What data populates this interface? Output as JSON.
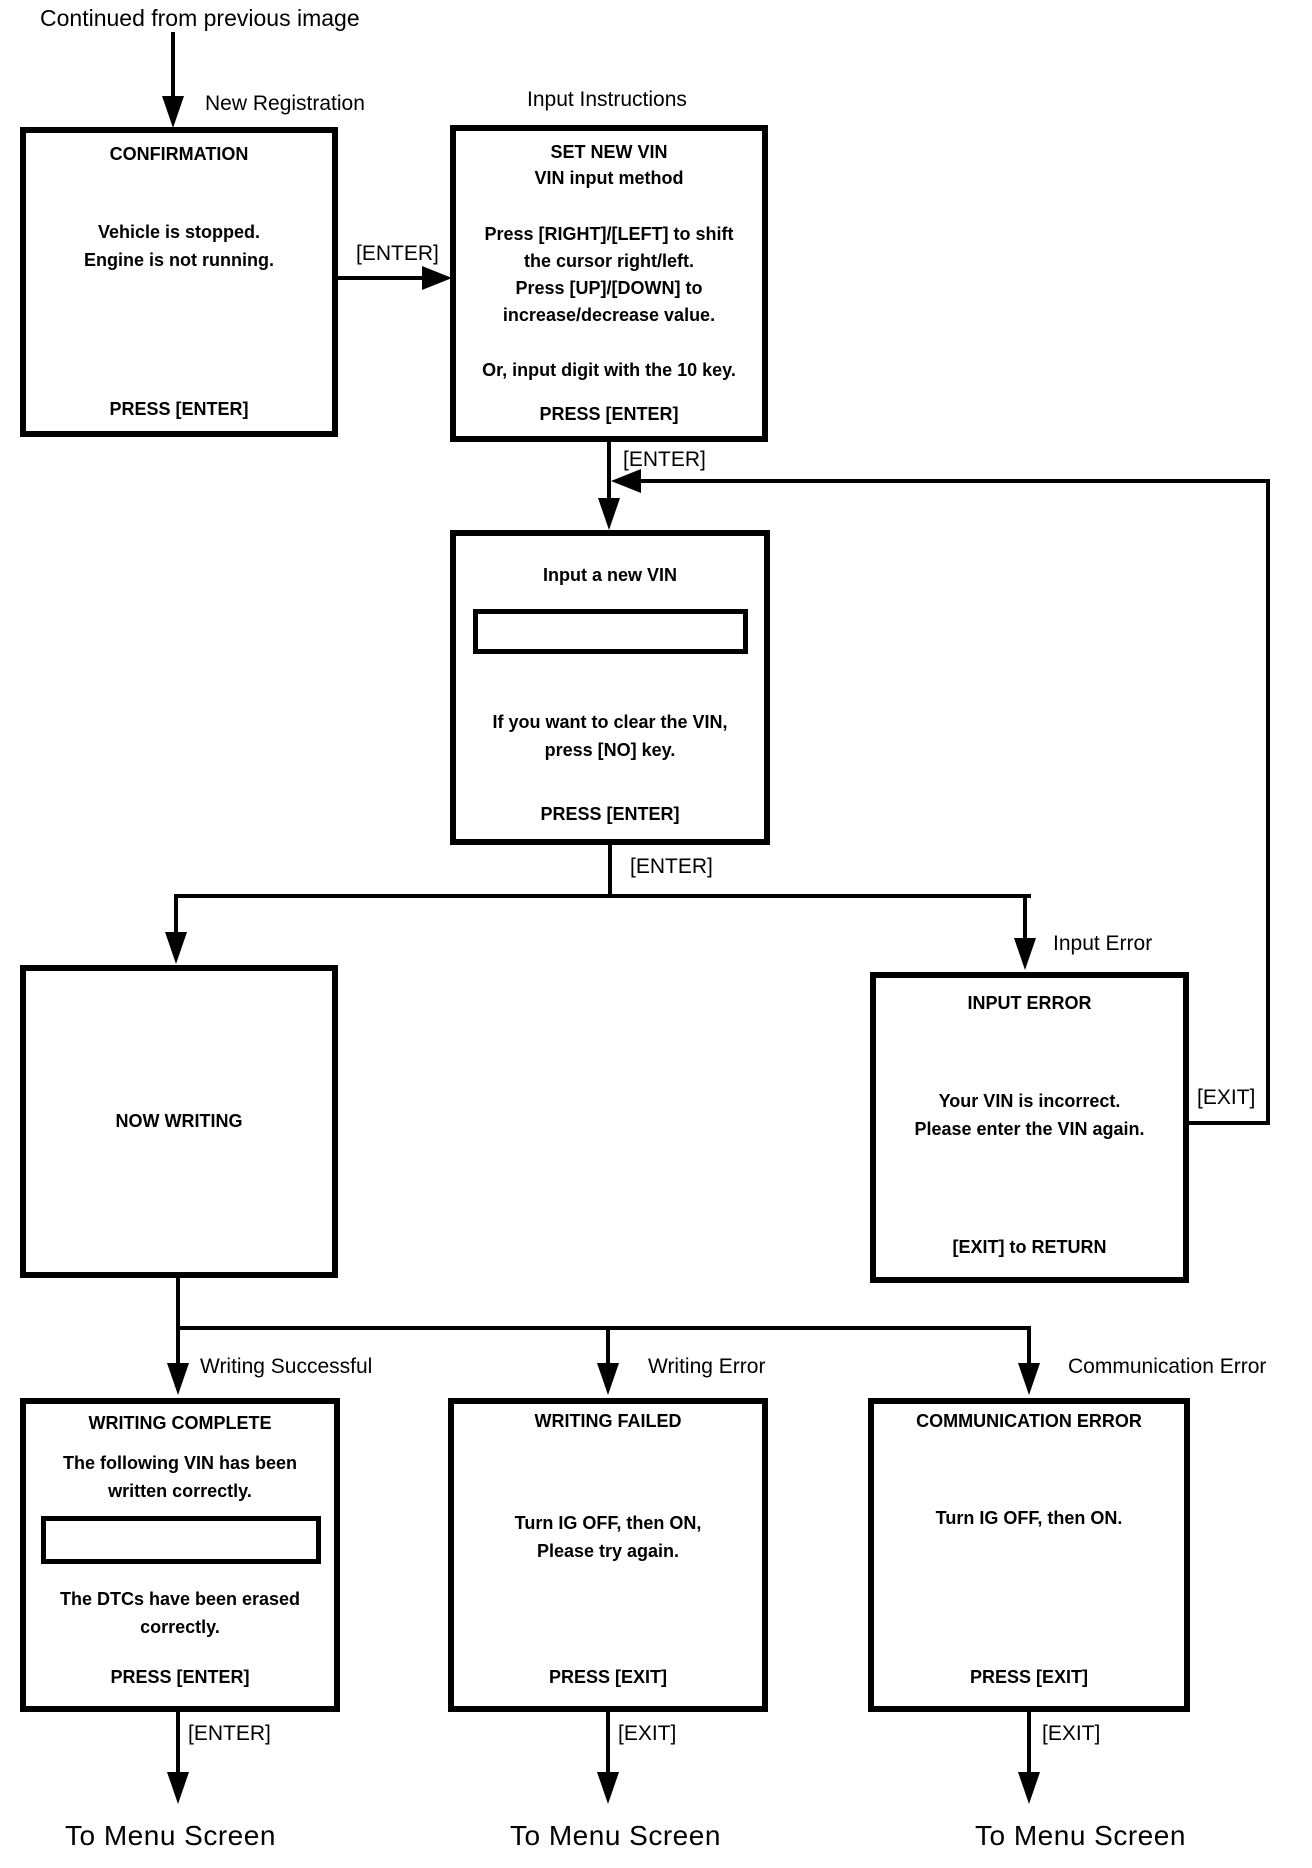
{
  "start": {
    "note": "Continued from previous image"
  },
  "nodes": {
    "confirmation": {
      "external_label": "New Registration",
      "title": "CONFIRMATION",
      "lines": [
        "Vehicle is stopped.",
        "Engine is not running."
      ],
      "footer": "PRESS [ENTER]"
    },
    "input_instructions": {
      "external_label": "Input Instructions",
      "title": "SET NEW VIN",
      "subtitle": "VIN input method",
      "lines": [
        "Press [RIGHT]/[LEFT] to shift",
        "the cursor right/left.",
        "Press [UP]/[DOWN] to",
        "increase/decrease value."
      ],
      "or_line": "Or, input digit with the 10 key.",
      "footer": "PRESS [ENTER]"
    },
    "input_new_vin": {
      "title": "Input a new VIN",
      "lines": [
        "If you want to clear the VIN,",
        "press [NO] key."
      ],
      "footer": "PRESS [ENTER]"
    },
    "now_writing": {
      "title": "NOW WRITING"
    },
    "input_error": {
      "external_label": "Input Error",
      "title": "INPUT ERROR",
      "lines": [
        "Your VIN is incorrect.",
        "Please enter the VIN again."
      ],
      "footer": "[EXIT] to RETURN"
    },
    "writing_complete": {
      "external_label": "Writing Successful",
      "title": "WRITING COMPLETE",
      "lines": [
        "The following VIN has been",
        "written correctly.",
        "The DTCs have been erased",
        "correctly."
      ],
      "footer": "PRESS [ENTER]"
    },
    "writing_failed": {
      "external_label": "Writing Error",
      "title": "WRITING FAILED",
      "lines": [
        "Turn IG OFF, then ON,",
        "Please try again."
      ],
      "footer": "PRESS [EXIT]"
    },
    "communication_error": {
      "external_label": "Communication Error",
      "title": "COMMUNICATION ERROR",
      "lines": [
        "Turn IG OFF, then ON."
      ],
      "footer": "PRESS [EXIT]"
    }
  },
  "edges": {
    "confirm_to_instructions": "[ENTER]",
    "instructions_to_input": "[ENTER]",
    "input_to_branch": "[ENTER]",
    "error_exit_loop": "[EXIT]",
    "complete_to_menu": "[ENTER]",
    "failed_to_menu": "[EXIT]",
    "comm_to_menu": "[EXIT]"
  },
  "terminals": [
    "To Menu Screen",
    "To Menu Screen",
    "To Menu Screen"
  ],
  "colors": {
    "ink": "#000000",
    "paper": "#ffffff"
  }
}
